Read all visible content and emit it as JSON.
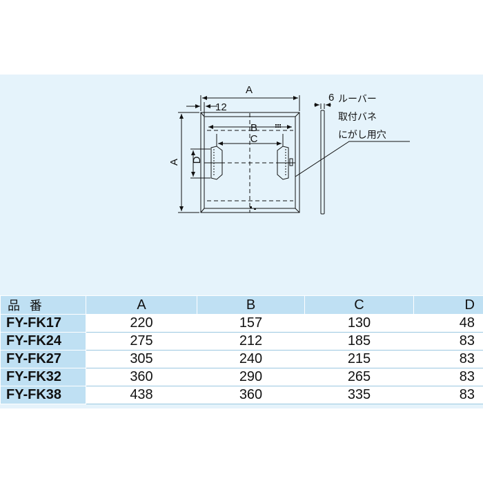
{
  "drawing": {
    "dim_a_top": "A",
    "dim_a_left": "A",
    "dim_b": "B",
    "dim_c": "C",
    "dim_d": "D",
    "dim_12": "12",
    "dim_6": "6",
    "note_line1": "ルーバー",
    "note_line2": "取付バネ",
    "note_line3": "にがし用穴"
  },
  "table": {
    "headers": {
      "model": "品 番",
      "a": "A",
      "b": "B",
      "c": "C",
      "d": "D"
    },
    "rows": [
      {
        "model": "FY-FK17",
        "a": "220",
        "b": "157",
        "c": "130",
        "d": "48"
      },
      {
        "model": "FY-FK24",
        "a": "275",
        "b": "212",
        "c": "185",
        "d": "83"
      },
      {
        "model": "FY-FK27",
        "a": "305",
        "b": "240",
        "c": "215",
        "d": "83"
      },
      {
        "model": "FY-FK32",
        "a": "360",
        "b": "290",
        "c": "265",
        "d": "83"
      },
      {
        "model": "FY-FK38",
        "a": "438",
        "b": "360",
        "c": "335",
        "d": "83"
      }
    ]
  },
  "colors": {
    "panel_bg": "#e5f3fb",
    "header_bg": "#bfe0f3",
    "line": "#111111"
  }
}
